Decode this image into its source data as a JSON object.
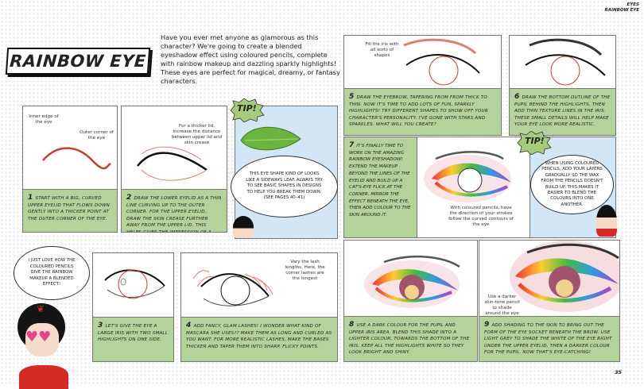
{
  "header": {
    "section": "EYES",
    "subsection": "RAINBOW EYE"
  },
  "title": "RAINBOW EYE",
  "intro": "Have you ever met anyone as glamorous as this character? We're going to create a blended eyeshadow effect using coloured pencils, complete with rainbow makeup and dazzling sparkly highlights! These eyes are perfect for magical, dreamy, or fantasy characters.",
  "steps": [
    {
      "num": "1",
      "text": "Start with a big, curved upper eyelid that flows down gently into a thicker point at the outer corner of the eye.",
      "notes": [
        "Inner edge of the eye",
        "Outer corner of the eye"
      ]
    },
    {
      "num": "2",
      "text": "Draw the lower eyelid as a thin line curving up to the outer corner. For the upper eyelid, draw the skin crease further away from the upper lid. This helps gives the impression of a deeper eyelid crease.",
      "notes": [
        "For a thicker lid, increase the distance between upper lid and skin crease"
      ]
    },
    {
      "num": "3",
      "text": "Let's give the eye a large iris with two small highlights on one side."
    },
    {
      "num": "4",
      "text": "Add fancy, glam lashes! I wonder what kind of mascara she uses?? Make them as long and curled as you want. For more realistic lashes, make the bases thicker and taper them into sharp, flicky points.",
      "notes": [
        "Vary the lash lengths. Here, the corner lashes are the longest"
      ]
    },
    {
      "num": "5",
      "text": "Draw the eyebrow, tapering from from thick to thin. Now it's time to add lots of fun, sparkly highlights! Try different shapes to show off your character's personality. I've gone with stars and sparkles. What will you create?",
      "notes": [
        "Fill the iris with all sorts of shapes"
      ]
    },
    {
      "num": "6",
      "text": "Draw the bottom outline of the pupil behind the highlights, then add thin texture lines in the iris. These small details will help make your eye look more realistic."
    },
    {
      "num": "7",
      "text": "It's finally time to work on the amazing rainbow eyeshadow! Extend the makeup beyond the lines of the eyelid and build up a cat's-eye flick at the corner. Mirror the effect beneath the eye, then add colour to the skin around it.",
      "notes": [
        "With coloured pencils, have the direction of your strokes follow the curved contours of the eye"
      ]
    },
    {
      "num": "8",
      "text": "Use a dark colour for the pupil and upper iris area. Blend this shade into a lighter colour, towards the bottom of the iris. Keep all the highlights white so they look bright and shiny."
    },
    {
      "num": "9",
      "text": "Add shading to the skin to bring out the form of the eye socket beneath the brow. Use light grey to shade the white of the eye right under the upper eyelid, then a darker colour for the pupil. Now that's eye-catching!",
      "notes": [
        "Use a darker skin-tone pencil to shade around the eye"
      ]
    }
  ],
  "tips": [
    {
      "label": "TIP!",
      "text": "This eye shape kind of looks like a sideways leaf. Always try to see basic shapes in designs to help you break them down. (See pages 40–41)"
    },
    {
      "label": "TIP!",
      "text": "When using coloured pencils, add your layers gradually so the wax from the pencils doesn't build up. This makes it easier to blend the colours into one another."
    }
  ],
  "character_bubble": "I just love how the coloured pencils give the rainbow makeup a blended effect!",
  "page_number": "35",
  "colors": {
    "panel_green": "#b3d39a",
    "tip_blue": "#d3e6f6",
    "accent_red": "#d9412b"
  }
}
